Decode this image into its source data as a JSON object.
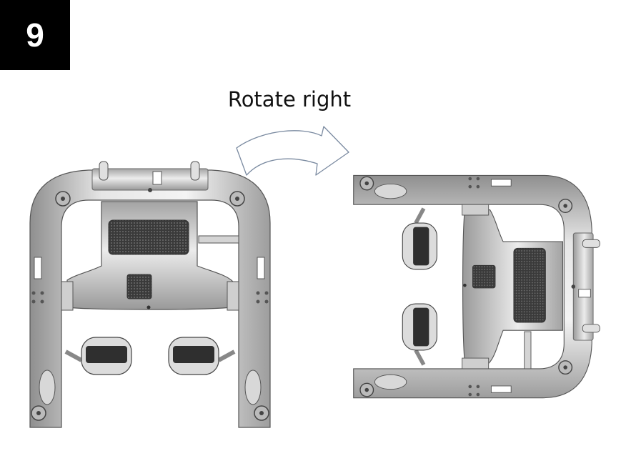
{
  "step": {
    "number": "9"
  },
  "instruction": {
    "caption": "Rotate right"
  },
  "icons": {
    "arrow": "curved-arrow-right-icon",
    "frame": "seat-frame"
  },
  "colors": {
    "badge_bg": "#000000",
    "badge_text": "#ffffff",
    "frame_metal": "#c9c9c9",
    "frame_dark": "#4a4a4a",
    "arrow_stroke": "#7a8aa0"
  }
}
